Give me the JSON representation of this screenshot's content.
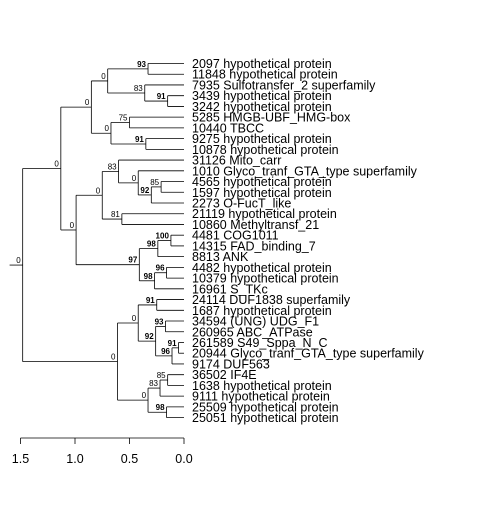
{
  "tree": {
    "leaves": [
      {
        "id": "L1",
        "label": "2097 hypothetical protein"
      },
      {
        "id": "L2",
        "label": "11848 hypothetical protein"
      },
      {
        "id": "L3",
        "label": "7935 Sulfotransfer_2 superfamily"
      },
      {
        "id": "L4",
        "label": "3439 hypothetical protein"
      },
      {
        "id": "L5",
        "label": "3242 hypothetical protein"
      },
      {
        "id": "L6",
        "label": "5285 HMGB-UBF_HMG-box"
      },
      {
        "id": "L7",
        "label": "10440 TBCC"
      },
      {
        "id": "L8",
        "label": "9275 hypothetical protein"
      },
      {
        "id": "L9",
        "label": "10878 hypothetical protein"
      },
      {
        "id": "L10",
        "label": "31126 Mito_carr"
      },
      {
        "id": "L11",
        "label": "1010 Glyco_tranf_GTA_type superfamily"
      },
      {
        "id": "L12",
        "label": "4565 hypothetical protein"
      },
      {
        "id": "L13",
        "label": "1597 hypothetical protein"
      },
      {
        "id": "L14",
        "label": "2273 O-FucT_like"
      },
      {
        "id": "L15",
        "label": "21119 hypothetical protein"
      },
      {
        "id": "L16",
        "label": "10860 Methyltransf_21"
      },
      {
        "id": "L17",
        "label": "4481 COG1011"
      },
      {
        "id": "L18",
        "label": "14315 FAD_binding_7"
      },
      {
        "id": "L19",
        "label": "8813 ANK"
      },
      {
        "id": "L20",
        "label": "4482 hypothetical protein"
      },
      {
        "id": "L21",
        "label": "10379 hypothetical protein"
      },
      {
        "id": "L22",
        "label": "16961 S_TKc"
      },
      {
        "id": "L23",
        "label": "24114 DUF1838 superfamily"
      },
      {
        "id": "L24",
        "label": "1687 hypothetical protein"
      },
      {
        "id": "L25",
        "label": "34594 (UNG) UDG_F1"
      },
      {
        "id": "L26",
        "label": "260965 ABC_ATPase"
      },
      {
        "id": "L27",
        "label": "261589 S49_Sppa_N_C"
      },
      {
        "id": "L28",
        "label": "20944 Glyco_tranf_GTA_type superfamily"
      },
      {
        "id": "L29",
        "label": "9174 DUF563"
      },
      {
        "id": "L30",
        "label": "36502 IF4E"
      },
      {
        "id": "L31",
        "label": "1638 hypothetical protein"
      },
      {
        "id": "L32",
        "label": "9111 hypothetical protein"
      },
      {
        "id": "L33",
        "label": "25509 hypothetical protein"
      },
      {
        "id": "L34",
        "label": "25051 hypothetical protein"
      }
    ],
    "internal_nodes": [
      {
        "id": "N1",
        "depth": 0.33,
        "children": [
          "L1",
          "L2"
        ],
        "support": "93",
        "bold": true
      },
      {
        "id": "N2",
        "depth": 0.15,
        "children": [
          "L4",
          "L5"
        ],
        "support": "91",
        "bold": true
      },
      {
        "id": "N3",
        "depth": 0.36,
        "children": [
          "L3",
          "N2"
        ],
        "support": "83",
        "bold": false
      },
      {
        "id": "N4",
        "depth": 0.7,
        "children": [
          "N1",
          "N3"
        ],
        "support": "0",
        "bold": false
      },
      {
        "id": "N5",
        "depth": 0.5,
        "children": [
          "L6",
          "L7"
        ],
        "support": "75",
        "bold": false
      },
      {
        "id": "N6",
        "depth": 0.35,
        "children": [
          "L8",
          "L9"
        ],
        "support": "91",
        "bold": true
      },
      {
        "id": "N7",
        "depth": 0.67,
        "children": [
          "N5",
          "N6"
        ],
        "support": "0",
        "bold": false
      },
      {
        "id": "N8",
        "depth": 0.85,
        "children": [
          "N4",
          "N7"
        ],
        "support": "0",
        "bold": false
      },
      {
        "id": "N9",
        "depth": 0.21,
        "children": [
          "L12",
          "L13"
        ],
        "support": "85",
        "bold": false
      },
      {
        "id": "N10",
        "depth": 0.3,
        "children": [
          "N9",
          "L14"
        ],
        "support": "92",
        "bold": true
      },
      {
        "id": "N11",
        "depth": 0.42,
        "children": [
          "L11",
          "N10"
        ],
        "support": "0",
        "bold": false
      },
      {
        "id": "N12",
        "depth": 0.6,
        "children": [
          "L10",
          "N11"
        ],
        "support": "83",
        "bold": false
      },
      {
        "id": "N13",
        "depth": 0.57,
        "children": [
          "L15",
          "L16"
        ],
        "support": "81",
        "bold": false
      },
      {
        "id": "N14",
        "depth": 0.75,
        "children": [
          "N12",
          "N13"
        ],
        "support": "0",
        "bold": false
      },
      {
        "id": "N15",
        "depth": 0.12,
        "children": [
          "L17",
          "L18"
        ],
        "support": "100",
        "bold": true
      },
      {
        "id": "N16",
        "depth": 0.24,
        "children": [
          "N15",
          "L19"
        ],
        "support": "98",
        "bold": true
      },
      {
        "id": "N17",
        "depth": 0.16,
        "children": [
          "L20",
          "L21"
        ],
        "support": "96",
        "bold": true
      },
      {
        "id": "N18",
        "depth": 0.27,
        "children": [
          "N17",
          "L22"
        ],
        "support": "98",
        "bold": true
      },
      {
        "id": "N19",
        "depth": 0.41,
        "children": [
          "N16",
          "N18"
        ],
        "support": "97",
        "bold": true
      },
      {
        "id": "N20",
        "depth": 0.99,
        "children": [
          "N14",
          "N19"
        ],
        "support": "0",
        "bold": false
      },
      {
        "id": "N21",
        "depth": 1.13,
        "children": [
          "N8",
          "N20"
        ],
        "support": "0",
        "bold": false
      },
      {
        "id": "N22",
        "depth": 0.25,
        "children": [
          "L23",
          "L24"
        ],
        "support": "91",
        "bold": true
      },
      {
        "id": "N23",
        "depth": 0.17,
        "children": [
          "L25",
          "L26"
        ],
        "support": "93",
        "bold": true
      },
      {
        "id": "N24",
        "depth": 0.05,
        "children": [
          "L27",
          "L28"
        ],
        "support": "91",
        "bold": true
      },
      {
        "id": "N25",
        "depth": 0.11,
        "children": [
          "N24",
          "L29"
        ],
        "support": "96",
        "bold": true
      },
      {
        "id": "N26",
        "depth": 0.26,
        "children": [
          "N23",
          "N25"
        ],
        "support": "92",
        "bold": true
      },
      {
        "id": "N27",
        "depth": 0.42,
        "children": [
          "N22",
          "N26"
        ],
        "support": "0",
        "bold": false
      },
      {
        "id": "N28",
        "depth": 0.15,
        "children": [
          "L30",
          "L31"
        ],
        "support": "85",
        "bold": false
      },
      {
        "id": "N29",
        "depth": 0.22,
        "children": [
          "N28",
          "L32"
        ],
        "support": "83",
        "bold": false
      },
      {
        "id": "N30",
        "depth": 0.16,
        "children": [
          "L33",
          "L34"
        ],
        "support": "98",
        "bold": true
      },
      {
        "id": "N31",
        "depth": 0.33,
        "children": [
          "N29",
          "N30"
        ],
        "support": "0",
        "bold": false
      },
      {
        "id": "N32",
        "depth": 0.61,
        "children": [
          "N27",
          "N31"
        ],
        "support": "0",
        "bold": false
      },
      {
        "id": "N33",
        "depth": 1.48,
        "children": [
          "N21",
          "N32"
        ],
        "support": "0",
        "bold": false
      }
    ],
    "root_stub_depth": 1.6
  },
  "axis": {
    "ticks": [
      {
        "value": 1.5,
        "label": "1.5"
      },
      {
        "value": 1.0,
        "label": "1.0"
      },
      {
        "value": 0.5,
        "label": "0.5"
      },
      {
        "value": 0.0,
        "label": "0.0"
      }
    ]
  }
}
